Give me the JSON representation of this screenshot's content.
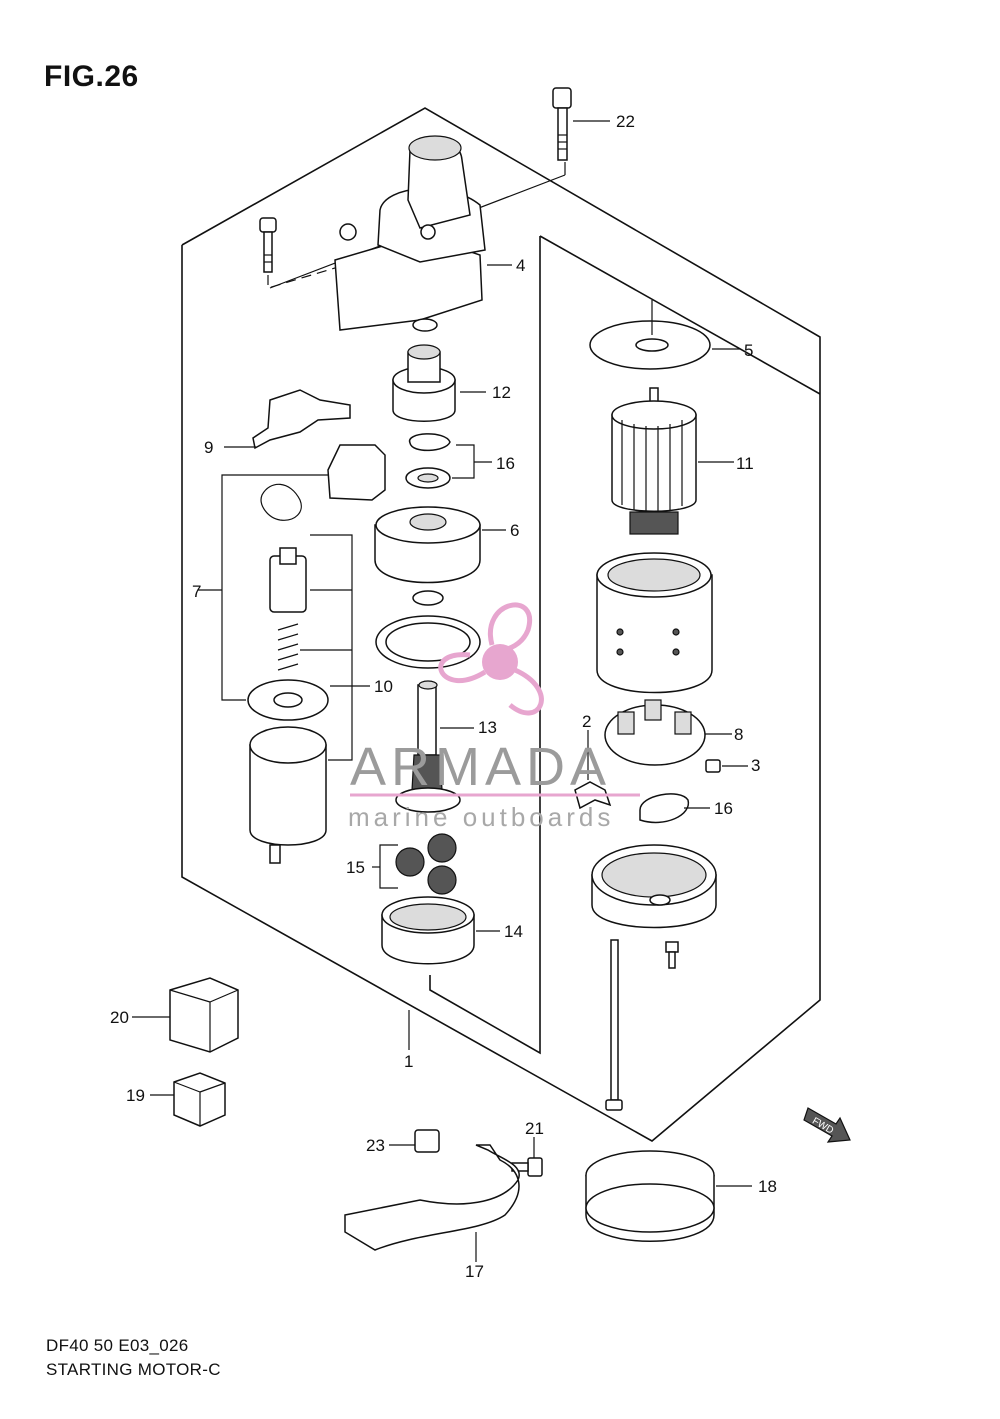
{
  "figure": {
    "title": "FIG.26",
    "code": "DF40 50 E03_026",
    "name": "STARTING MOTOR-C"
  },
  "watermark": {
    "brand": "ARMADA",
    "tagline": "marine outboards",
    "color": "#e7a6cf"
  },
  "fwd_badge": "FWD",
  "callouts": {
    "c1": "1",
    "c2": "2",
    "c3": "3",
    "c4": "4",
    "c5": "5",
    "c6": "6",
    "c7": "7",
    "c8": "8",
    "c9": "9",
    "c10": "10",
    "c11": "11",
    "c12": "12",
    "c13": "13",
    "c14": "14",
    "c15": "15",
    "c16a": "16",
    "c16b": "16",
    "c17": "17",
    "c18": "18",
    "c19": "19",
    "c20": "20",
    "c21": "21",
    "c22": "22",
    "c23": "23"
  }
}
